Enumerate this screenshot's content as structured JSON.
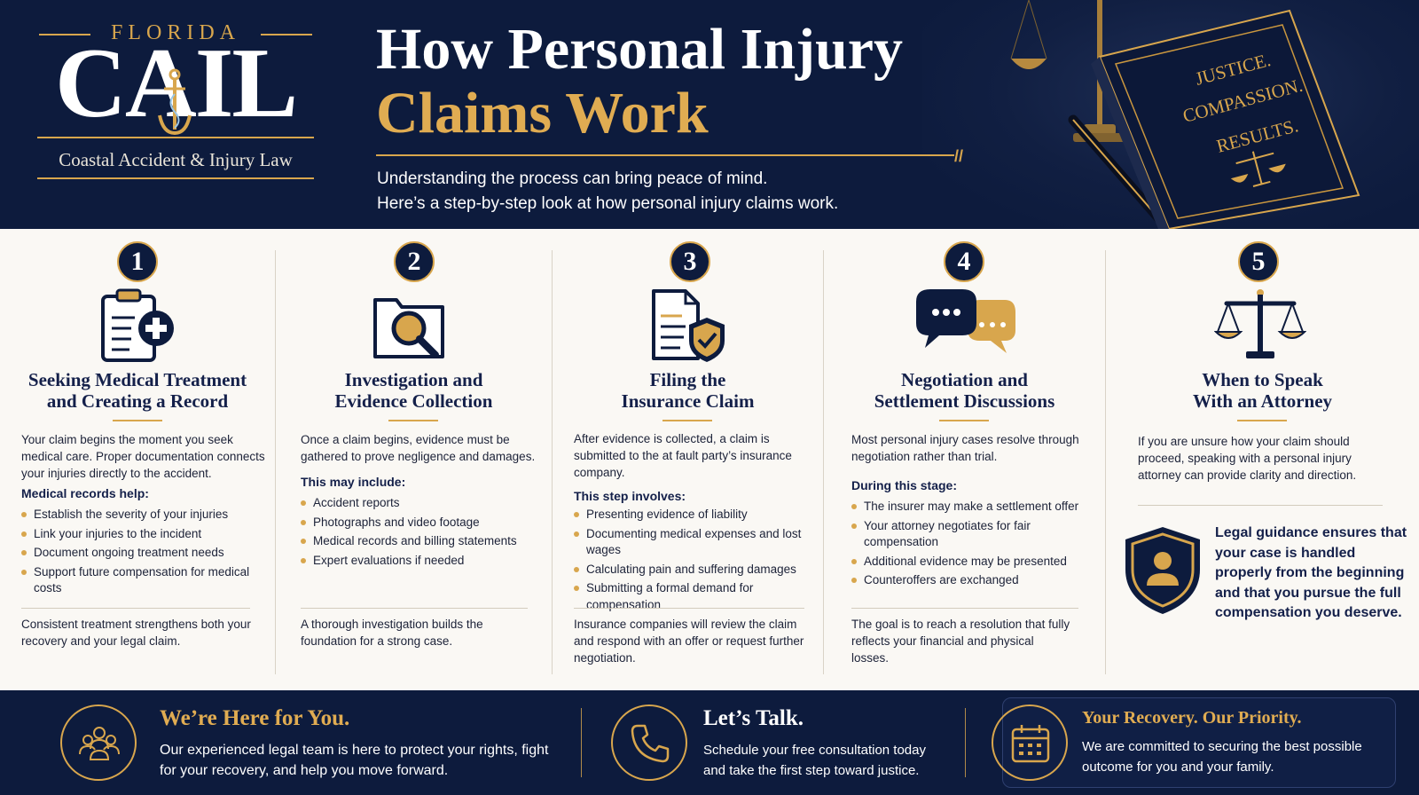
{
  "brand": {
    "state": "FLORIDA",
    "name": "CAIL",
    "tagline": "Coastal Accident & Injury Law"
  },
  "header": {
    "title_line1": "How Personal Injury",
    "title_line2": "Claims Work",
    "subtitle_line1": "Understanding the process can bring peace of mind.",
    "subtitle_line2": "Here’s a step-by-step look at how personal injury claims work.",
    "book_lines": [
      "JUSTICE.",
      "COMPASSION.",
      "RESULTS."
    ]
  },
  "steps": [
    {
      "number": "1",
      "icon": "medical-clipboard-icon",
      "title_line1": "Seeking Medical Treatment",
      "title_line2": "and Creating a Record",
      "intro": "Your claim begins the moment you seek medical care. Proper documentation connects your injuries directly to the accident.",
      "list_heading": "Medical records help:",
      "items": [
        "Establish the severity of your injuries",
        "Link your injuries to the incident",
        "Document ongoing treatment needs",
        "Support future compensation for medical costs"
      ],
      "closing": "Consistent treatment strengthens both your recovery and your legal claim."
    },
    {
      "number": "2",
      "icon": "folder-magnifier-icon",
      "title_line1": "Investigation and",
      "title_line2": "Evidence Collection",
      "intro": "Once a claim begins, evidence must be gathered to prove negligence and damages.",
      "list_heading": "This may include:",
      "items": [
        "Accident reports",
        "Photographs and video footage",
        "Medical records and billing statements",
        "Expert evaluations if needed"
      ],
      "closing": "A thorough investigation builds the foundation for a strong case."
    },
    {
      "number": "3",
      "icon": "document-shield-icon",
      "title_line1": "Filing the",
      "title_line2": "Insurance Claim",
      "intro": "After evidence is collected, a claim is submitted to the at fault party’s insurance company.",
      "list_heading": "This step involves:",
      "items": [
        "Presenting evidence of liability",
        "Documenting medical expenses and lost wages",
        "Calculating pain and suffering damages",
        "Submitting a formal demand for compensation"
      ],
      "closing": "Insurance companies will review the claim and respond with an offer or request further negotiation."
    },
    {
      "number": "4",
      "icon": "chat-bubbles-icon",
      "title_line1": "Negotiation and",
      "title_line2": "Settlement Discussions",
      "intro": "Most personal injury cases resolve through negotiation rather than trial.",
      "list_heading": "During this stage:",
      "items": [
        "The insurer may make a settlement offer",
        "Your attorney negotiates for fair compensation",
        "Additional evidence may be presented",
        "Counteroffers are exchanged"
      ],
      "closing": "The goal is to reach a resolution that fully reflects your financial and physical losses."
    },
    {
      "number": "5",
      "icon": "scales-of-justice-icon",
      "title_line1": "When to Speak",
      "title_line2": "With an Attorney",
      "intro": "If you are unsure how your claim should proceed, speaking with a personal injury attorney can provide clarity and direction.",
      "guidance": "Legal guidance ensures that your case is handled properly from the beginning and that you pursue the full compensation you deserve."
    }
  ],
  "footer": [
    {
      "icon": "team-icon",
      "title": "We’re Here for You.",
      "text": "Our experienced legal team is here to protect your rights, fight for your recovery, and help you move forward."
    },
    {
      "icon": "phone-icon",
      "title": "Let’s Talk.",
      "text": "Schedule your free consultation today and take the first step toward justice."
    },
    {
      "icon": "calendar-icon",
      "title": "Your Recovery. Our Priority.",
      "text": "We are committed to securing the best possible outcome for you and your family."
    }
  ],
  "colors": {
    "navy": "#0d1b3d",
    "gold": "#d8a64d",
    "cream": "#faf8f4"
  }
}
